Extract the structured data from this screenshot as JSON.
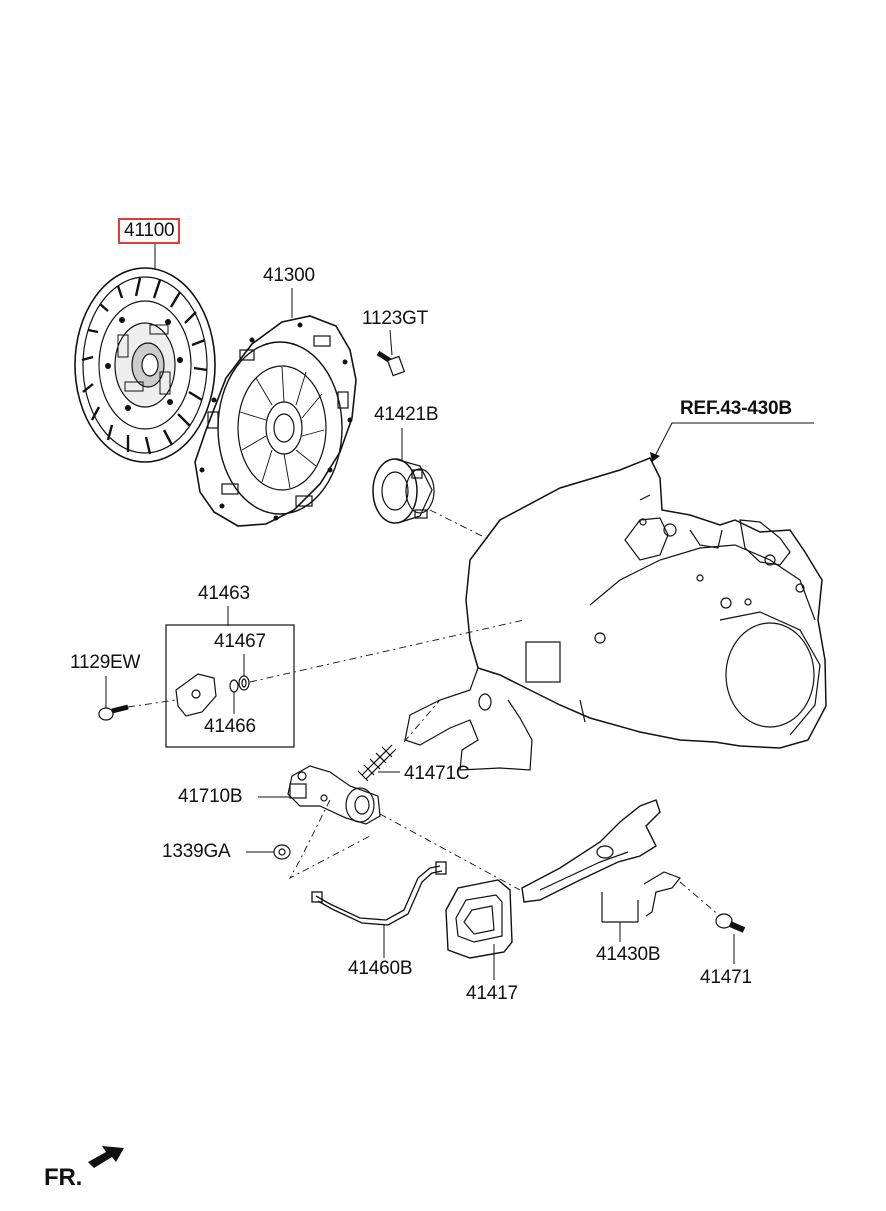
{
  "parts": {
    "p41100": "41100",
    "p41300": "41300",
    "p1123GT": "1123GT",
    "p41421B": "41421B",
    "ref": "REF.43-430B",
    "p41463": "41463",
    "p41467": "41467",
    "p1129EW": "1129EW",
    "p41466": "41466",
    "p41471C": "41471C",
    "p41710B": "41710B",
    "p1339GA": "1339GA",
    "p41460B": "41460B",
    "p41417": "41417",
    "p41430B": "41430B",
    "p41471": "41471"
  },
  "direction": "FR.",
  "highlight_color": "#e23b3b"
}
